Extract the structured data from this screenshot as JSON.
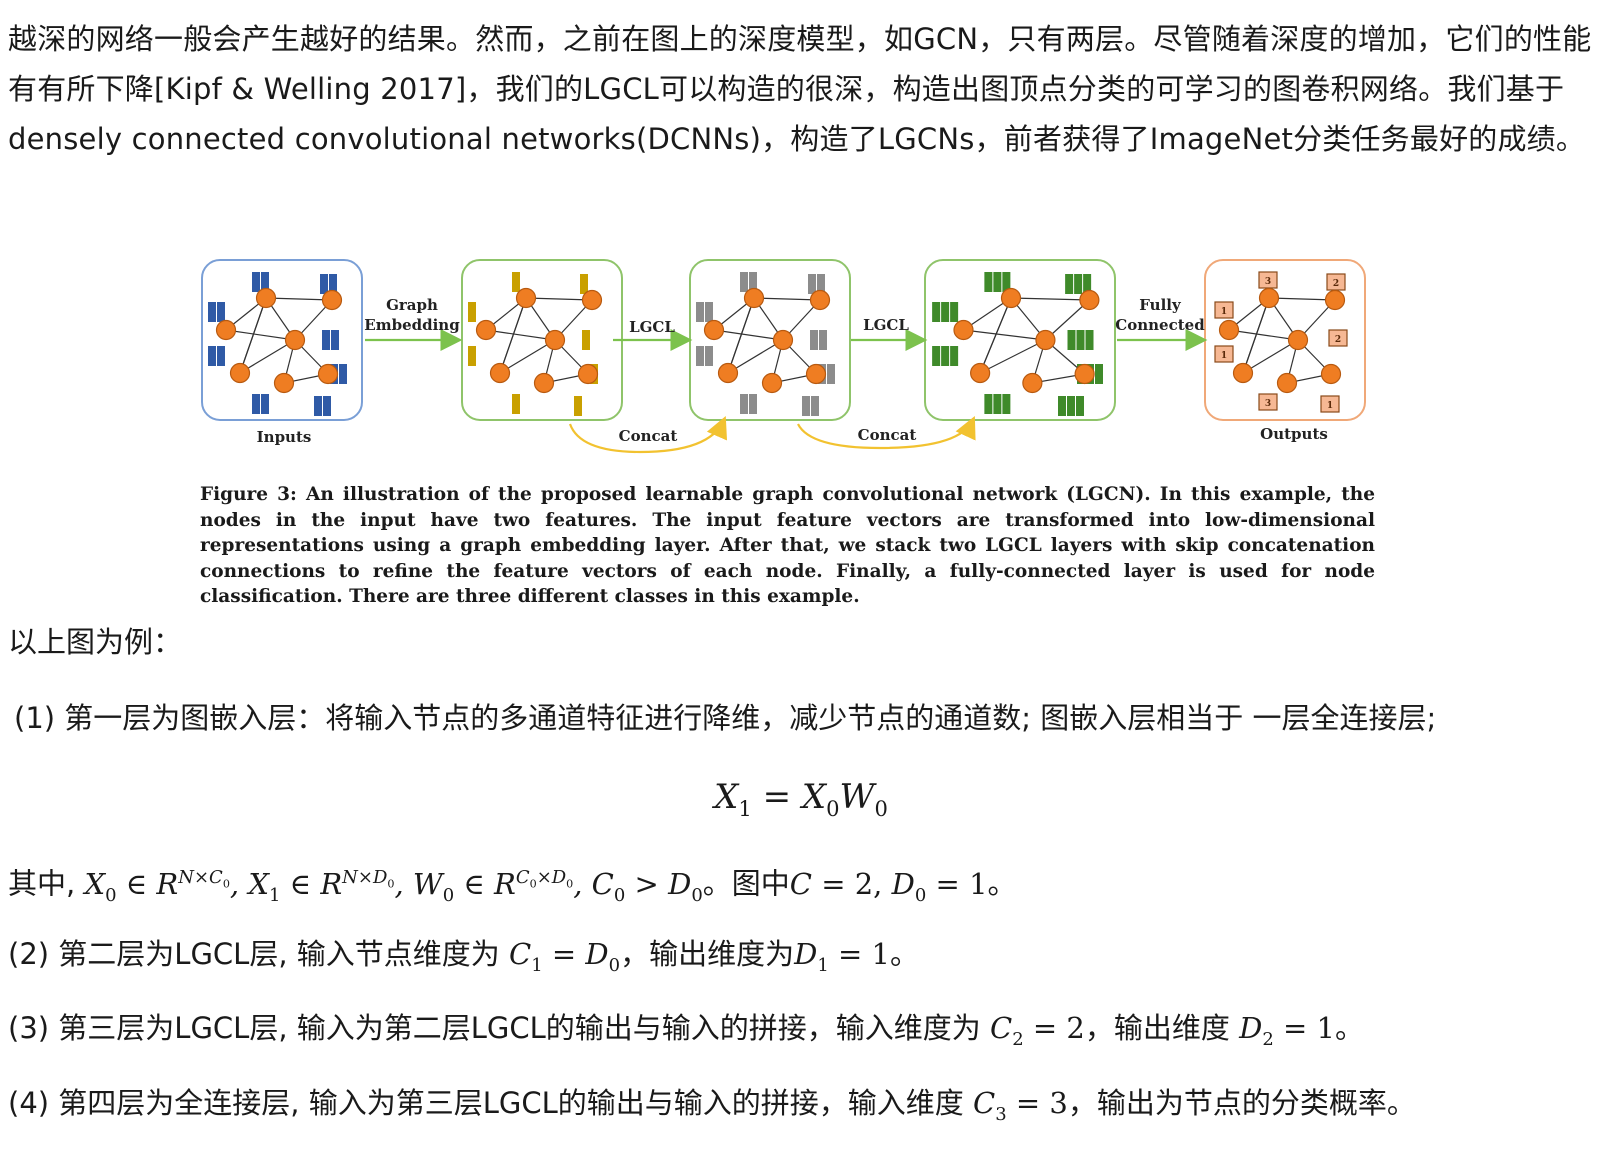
{
  "intro_paragraph": "越深的网络一般会产生越好的结果。然而，之前在图上的深度模型，如GCN，只有两层。尽管随着深度的增加，它们的性能有有所下降[Kipf & Welling 2017]，我们的LGCL可以构造的很深，构造出图顶点分类的可学习的图卷积网络。我们基于densely connected convolutional networks(DCNNs)，构造了LGCNs，前者获得了ImageNet分类任务最好的成绩。",
  "figure": {
    "stage_labels": {
      "inputs": "Inputs",
      "outputs": "Outputs",
      "graph_embedding_line1": "Graph",
      "graph_embedding_line2": "Embedding",
      "lgcl_1": "LGCL",
      "lgcl_2": "LGCL",
      "fully_connected_line1": "Fully",
      "fully_connected_line2": "Connected",
      "concat_1": "Concat",
      "concat_2": "Concat"
    },
    "output_labels": [
      "3",
      "2",
      "1",
      "2",
      "1",
      "3",
      "1"
    ],
    "colors": {
      "inputs_border": "#7a9fd6",
      "inputs_feature": "#2f5aa6",
      "embedding_border": "#8fc46a",
      "embedding_feature": "#c9a000",
      "lgcl1_feature": "#8c8c8c",
      "lgcl2_feature": "#3f8a2a",
      "outputs_border": "#f0a878",
      "output_box": "#f6b894",
      "node_fill": "#ef7d22",
      "node_stroke": "#b85a10",
      "flow_arrow": "#7cc24d",
      "concat_arrow": "#f2c230"
    },
    "caption": "Figure 3: An illustration of the proposed learnable graph convolutional network (LGCN). In this example, the nodes in the input have two features. The input feature vectors are transformed into low-dimensional representations using a graph embedding layer. After that, we stack two LGCL layers with skip concatenation connections to refine the feature vectors of each node. Finally, a fully-connected layer is used for node classification. There are three different classes in this example."
  },
  "example_intro": "以上图为例：",
  "steps": {
    "s1": "(1) 第一层为图嵌入层：将输入节点的多通道特征进行降维，减少节点的通道数; 图嵌入层相当于 一层全连接层;",
    "s1_where": "其中, ",
    "s1_note": "。图中",
    "s2_prefix": "(2) 第二层为LGCL层, 输入节点维度为 ",
    "s2_mid": "，输出维度为",
    "s3_prefix": "(3) 第三层为LGCL层, 输入为第二层LGCL的输出与输入的拼接，输入维度为 ",
    "s3_mid": "，输出维度 ",
    "s4_prefix": "(4) 第四层为全连接层, 输入为第三层LGCL的输出与输入的拼接，输入维度 ",
    "s4_suffix": "，输出为节点的分类概率。",
    "period": "。"
  }
}
